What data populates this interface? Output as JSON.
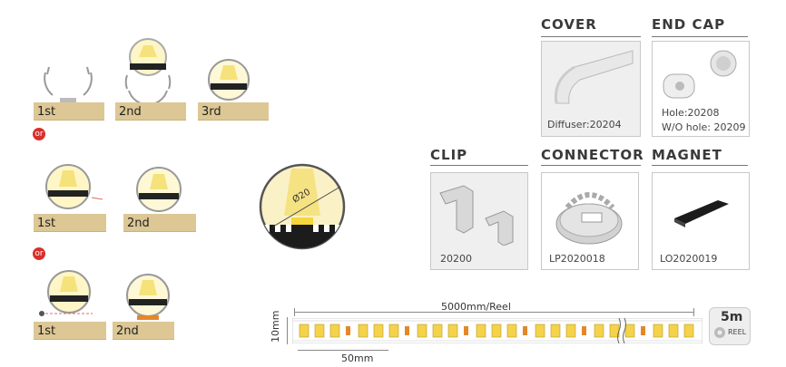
{
  "installation": {
    "row1": [
      "1st",
      "2nd",
      "3rd"
    ],
    "or1": "or",
    "row2": [
      "1st",
      "2nd"
    ],
    "or2": "or",
    "row3": [
      "1st",
      "2nd"
    ]
  },
  "profile_diagram": {
    "diameter_label": "Ø20"
  },
  "components": {
    "cover": {
      "title": "COVER",
      "caption": "Diffuser:20204"
    },
    "end_cap": {
      "title": "END CAP",
      "hole": "Hole:20208",
      "no_hole": "W/O hole: 20209"
    },
    "clip": {
      "title": "CLIP",
      "caption": "20200"
    },
    "connector": {
      "title": "CONNECTOR",
      "caption": "LP2020018"
    },
    "magnet": {
      "title": "MAGNET",
      "caption": "LO2020019"
    }
  },
  "strip": {
    "length_label": "5000mm/Reel",
    "width_label": "10mm",
    "pitch_label": "50mm",
    "reel_length": "5m",
    "reel_word": "REEL"
  },
  "colors": {
    "wood": "#dcc795",
    "or_badge": "#d9302a",
    "led_yellow": "#f4d24a",
    "led_orange": "#e4872b"
  }
}
